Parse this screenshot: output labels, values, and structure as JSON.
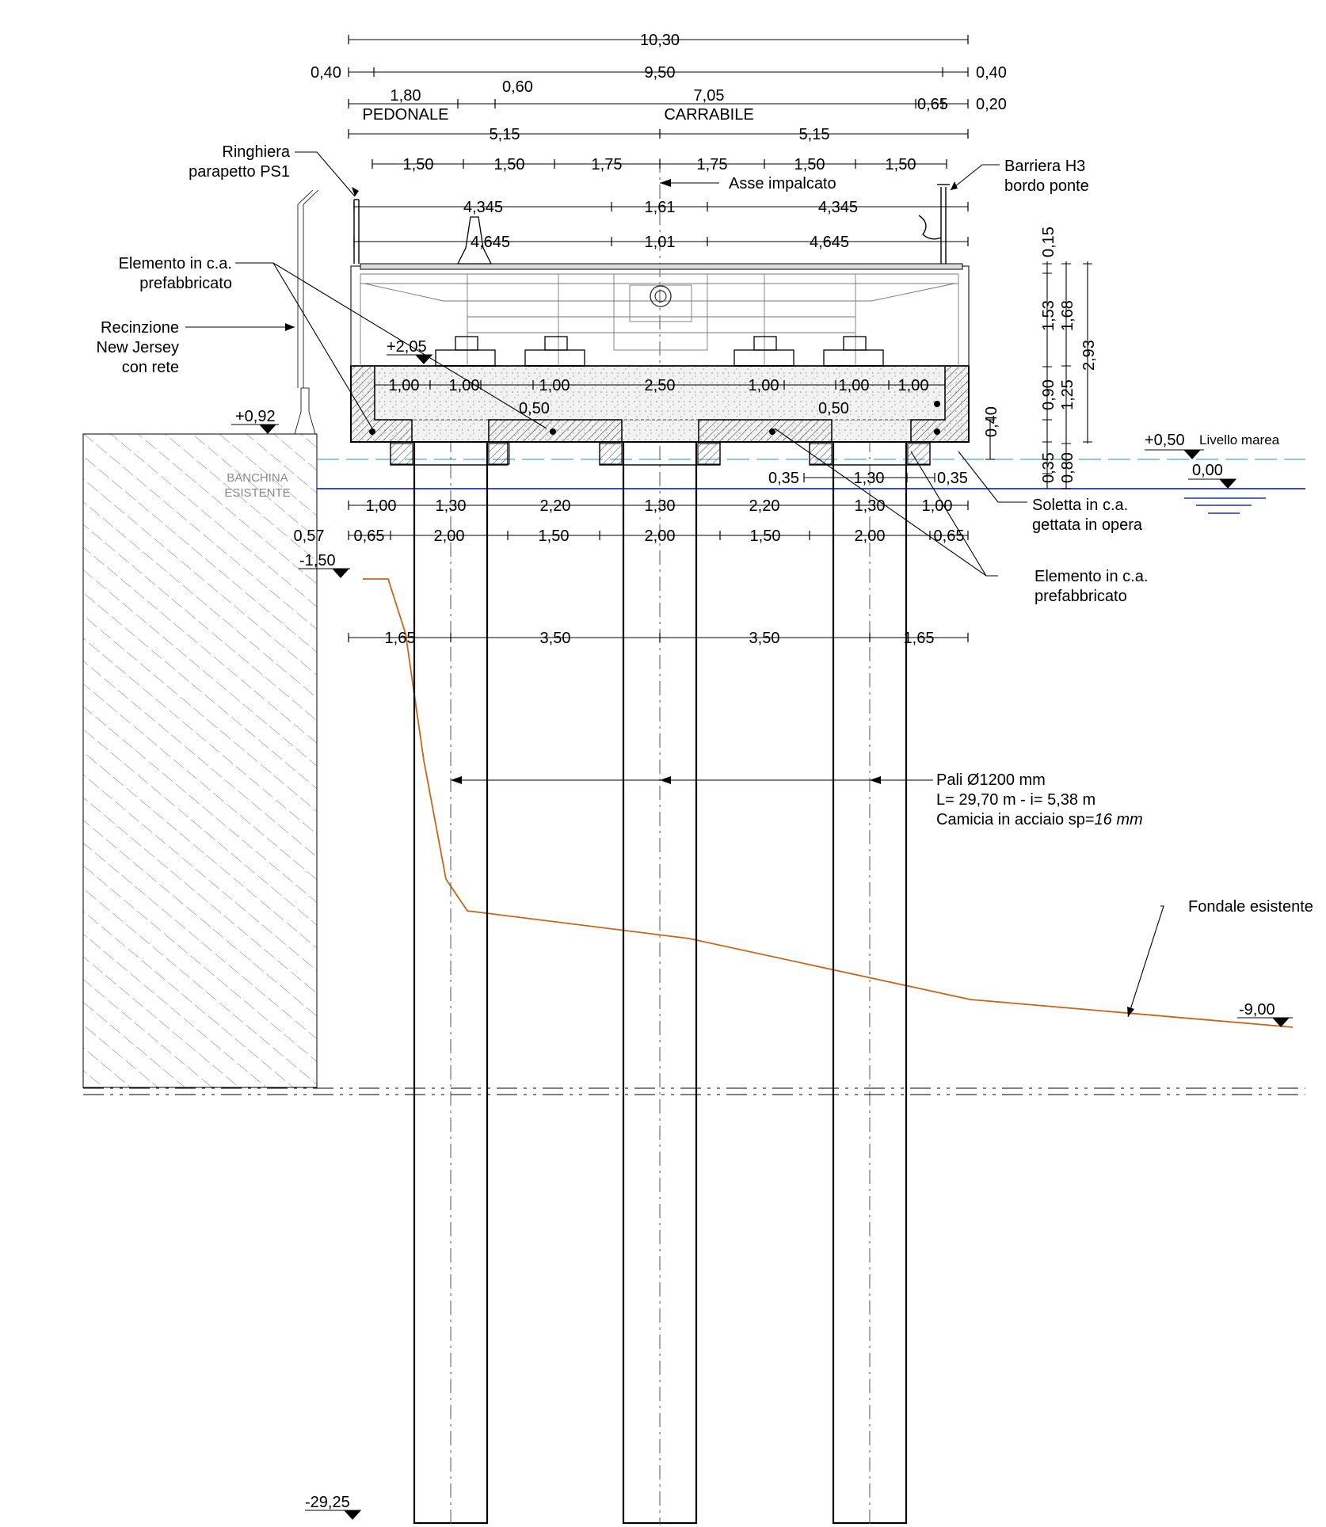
{
  "colors": {
    "water_level": "#4aa8d8",
    "zero_level": "#1f2fbf",
    "seabed": "#c8641e",
    "hatch": "#555555",
    "concrete_fill": "#e9e9e9"
  },
  "dimensions": {
    "overall": "10,30",
    "edge_left": "0,40",
    "deck_width": "9,50",
    "edge_right": "0,40",
    "pedonale_width": "1,80",
    "pedonale_label": "PEDONALE",
    "gap_060": "0,60",
    "carrabile_width": "7,05",
    "carrabile_label": "CARRABILE",
    "right_065_top": "0,65",
    "right_020": "0,20",
    "half_left": "5,15",
    "half_right": "5,15",
    "row5": [
      "1,50",
      "1,50",
      "1,75",
      "1,75",
      "1,50",
      "1,50"
    ],
    "row6": [
      "4,345",
      "1,61",
      "4,345"
    ],
    "row7": [
      "4,645",
      "1,01",
      "4,645"
    ],
    "slab": [
      "1,00",
      "1,00",
      "1,00",
      "2,50",
      "1,00",
      "1,00",
      "1,00"
    ],
    "slab_050_left": "0,50",
    "slab_050_right": "0,50",
    "below_water": [
      "0,35",
      "1,30",
      "0,35"
    ],
    "row_pile_caps": [
      "1,00",
      "1,30",
      "2,20",
      "1,30",
      "2,20",
      "1,30",
      "1,00"
    ],
    "row_piles_left": "0,57",
    "row_piles": [
      "0,65",
      "2,00",
      "1,50",
      "2,00",
      "1,50",
      "2,00",
      "0,65"
    ],
    "row_axes": [
      "1,65",
      "3,50",
      "3,50",
      "1,65"
    ],
    "vertical_right": [
      "0,15",
      "1,53",
      "0,90",
      "0,35",
      "1,68",
      "1,25",
      "0,80",
      "2,93"
    ],
    "vertical_040": "0,40"
  },
  "elevations": {
    "deck": "+2,05",
    "quay": "+0,92",
    "tide": "+0,50",
    "tide_label": "Livello marea",
    "zero": "0,00",
    "quay_bottom": "-1,50",
    "seabed": "-9,00",
    "pile_tip": "-29,25"
  },
  "labels": {
    "ringhiera_1": "Ringhiera",
    "ringhiera_2": "parapetto PS1",
    "barriera_1": "Barriera H3",
    "barriera_2": "bordo ponte",
    "asse": "Asse impalcato",
    "elemento_left_1": "Elemento in c.a.",
    "elemento_left_2": "prefabbricato",
    "recinzione_1": "Recinzione",
    "recinzione_2": "New Jersey",
    "recinzione_3": "con rete",
    "banchina_1": "BANCHINA",
    "banchina_2": "ESISTENTE",
    "soletta_1": "Soletta in c.a.",
    "soletta_2": "gettata in opera",
    "elemento_right_1": "Elemento in c.a.",
    "elemento_right_2": "prefabbricato",
    "pali_1": "Pali Ø1200 mm",
    "pali_2": "L= 29,70 m - i= 5,38 m",
    "pali_3a": "Camicia in acciaio sp=",
    "pali_3b": "16 mm",
    "fondale": "Fondale esistente"
  }
}
